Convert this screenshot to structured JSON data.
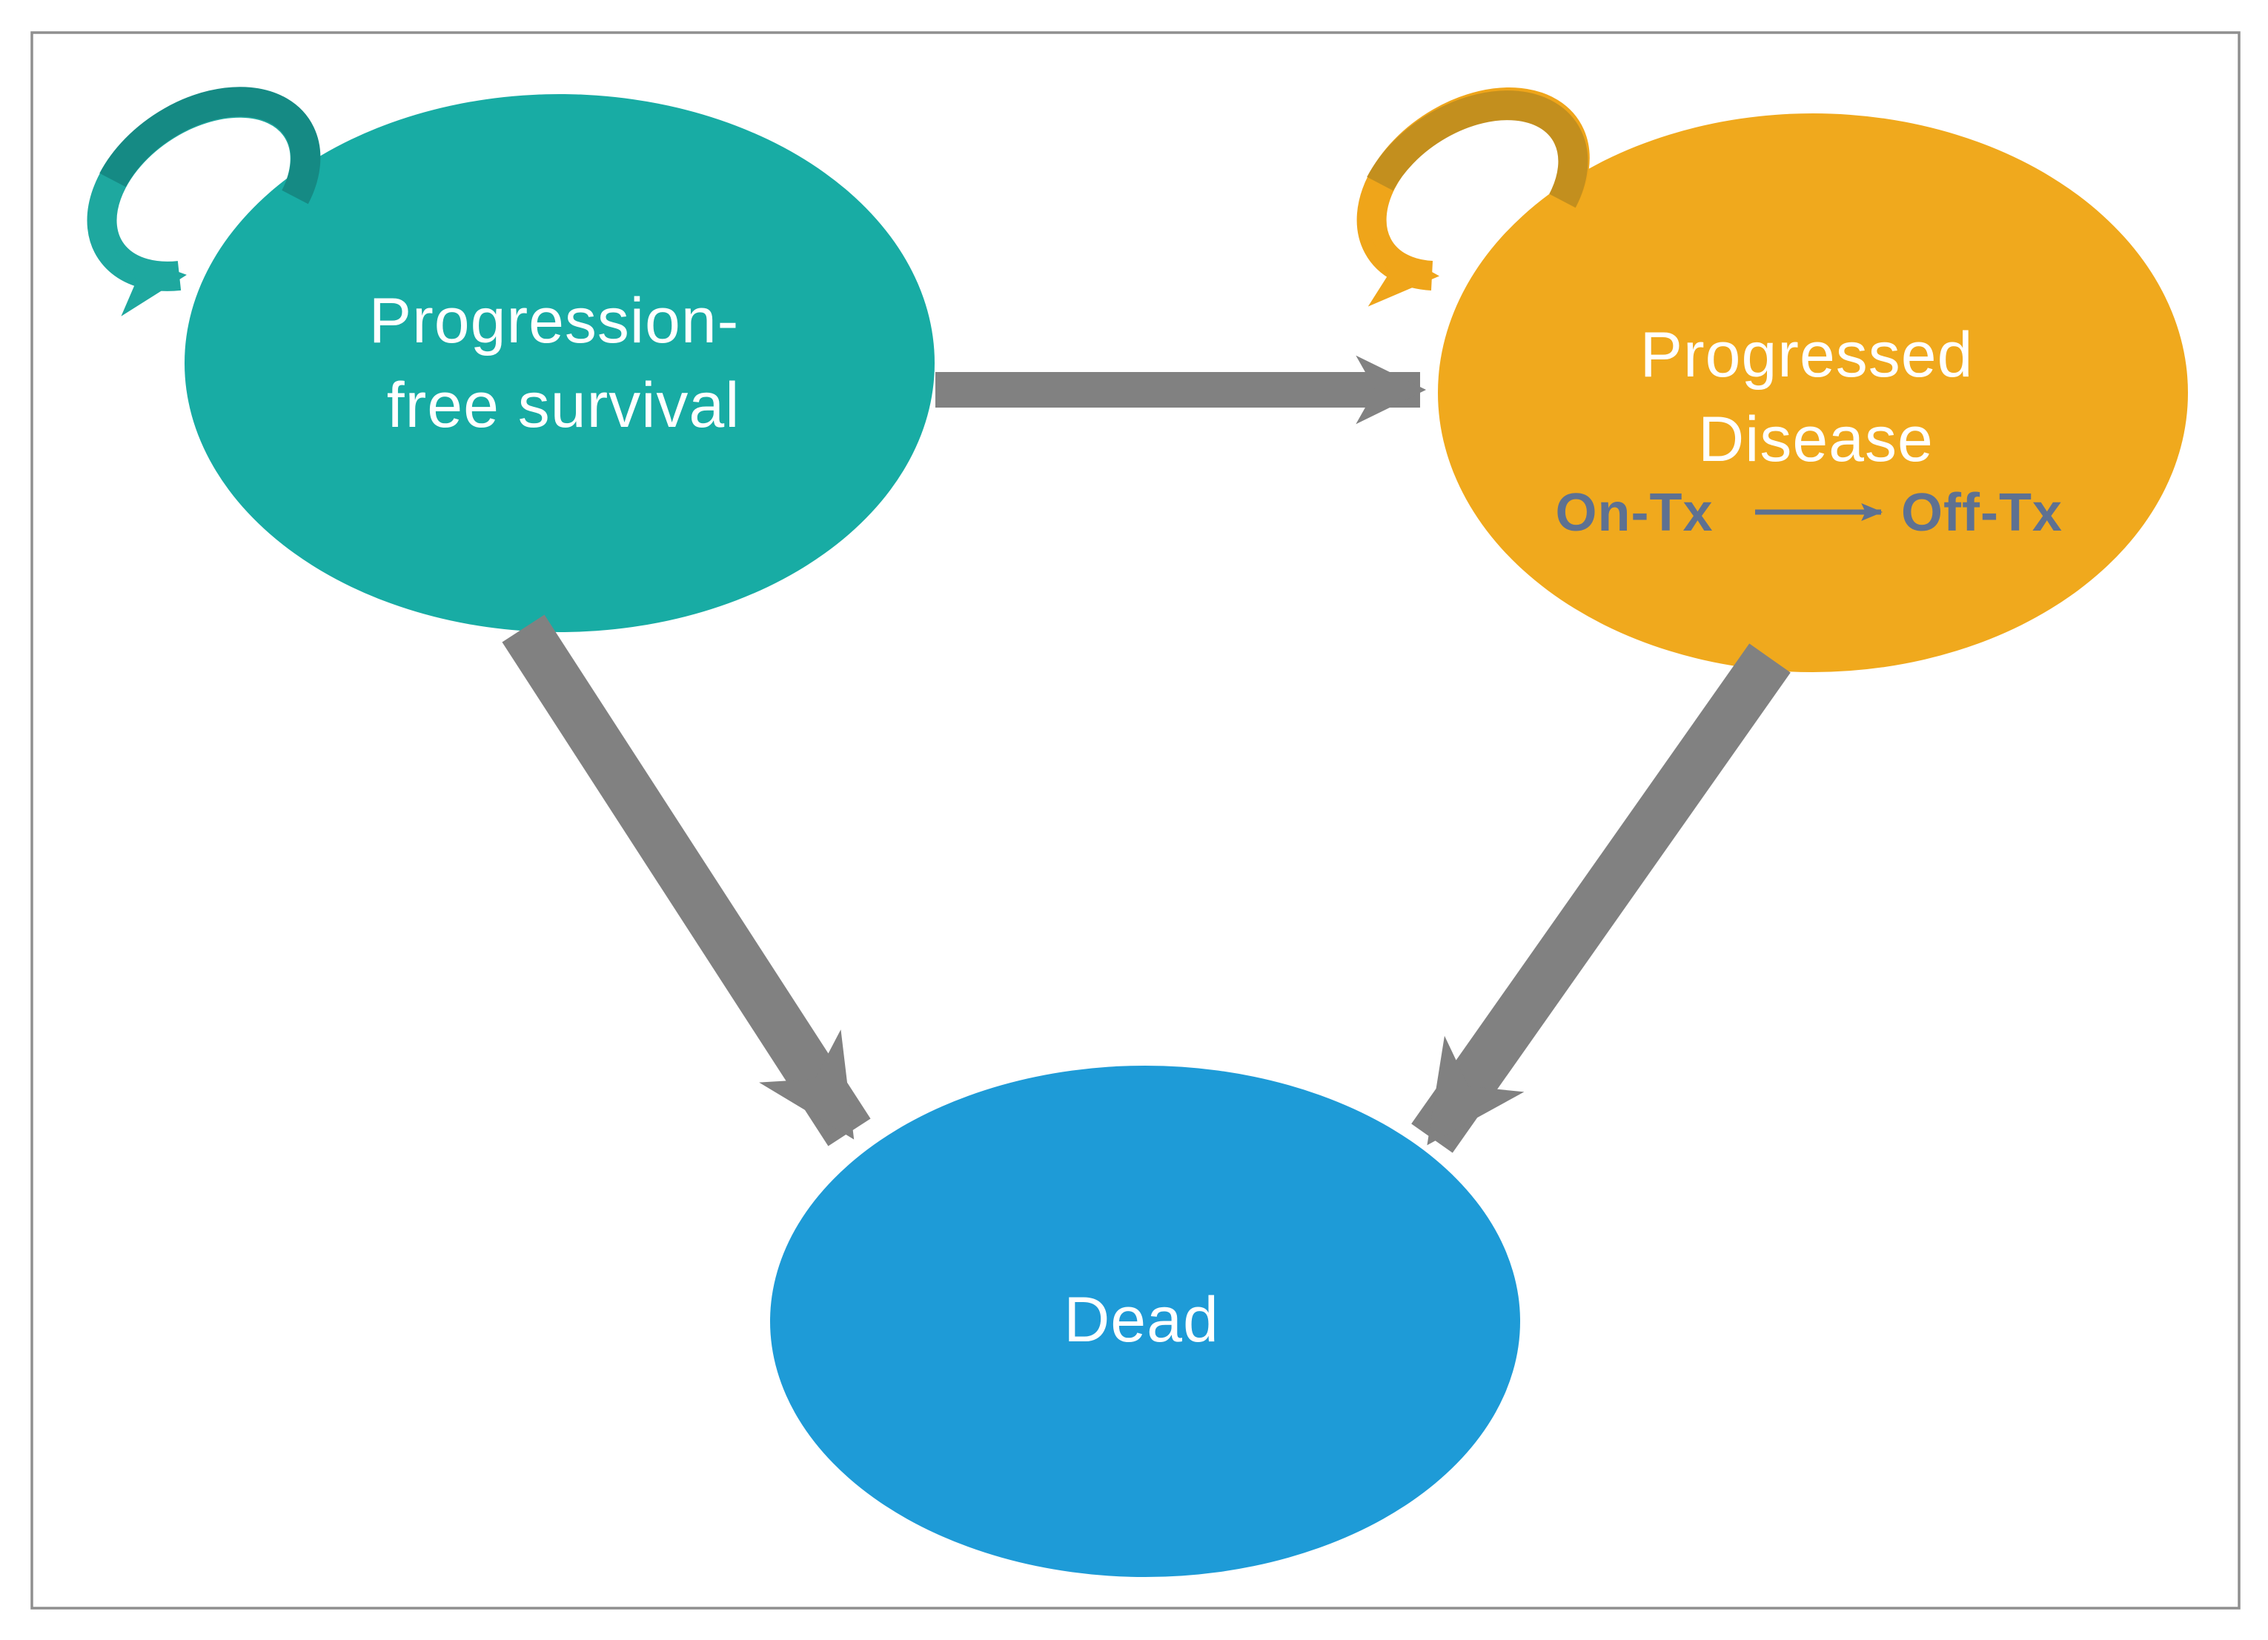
{
  "diagram": {
    "kind": "three-state-markov-model",
    "states": {
      "pfs": {
        "name": "Progression-free survival",
        "line1": "Progression-",
        "line2": "free survival",
        "color": "#18ACA4",
        "loop_color": "#1EA89F",
        "loop_color_dark": "#158A84"
      },
      "pd": {
        "name": "Progressed Disease",
        "line1": "Progressed",
        "line2": "Disease",
        "color": "#F0A91D",
        "loop_color": "#EFA51A",
        "loop_color_dark": "#C38F1E",
        "substates": {
          "on": "On-Tx",
          "off": "Off-Tx",
          "text_color": "#5E7191"
        }
      },
      "dead": {
        "label": "Dead",
        "color": "#1E9BD7"
      }
    },
    "colors": {
      "arrow_gray": "#818181",
      "frame_border": "#8F8F8F",
      "background": "#FFFFFF",
      "text_white": "#FFFFFF"
    }
  }
}
